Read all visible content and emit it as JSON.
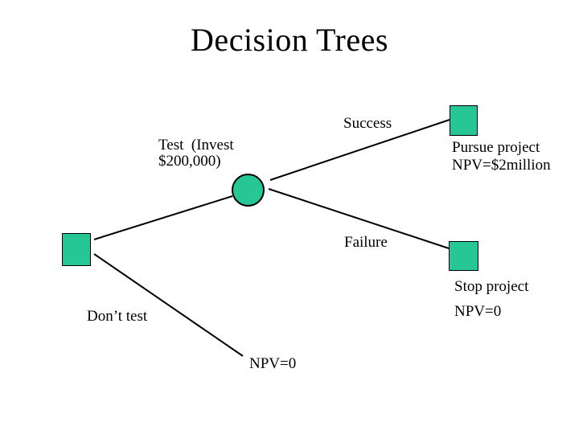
{
  "slide": {
    "title": "Decision Trees"
  },
  "palette": {
    "node_fill": "#26C795",
    "node_border": "#000000",
    "edge_color": "#000000",
    "text_color": "#000000",
    "background": "#FFFFFF"
  },
  "diagram": {
    "type": "decision-tree",
    "nodes": [
      {
        "id": "decision-root",
        "shape": "square",
        "kind": "decision node"
      },
      {
        "id": "chance-test",
        "shape": "circle",
        "kind": "chance node"
      },
      {
        "id": "terminal-success",
        "shape": "square",
        "kind": "decision node"
      },
      {
        "id": "terminal-failure",
        "shape": "square",
        "kind": "decision node"
      }
    ],
    "labels": {
      "test_line1": "Test  (Invest",
      "test_line2": "$200,000)",
      "success": "Success",
      "failure": "Failure",
      "pursue_line1": "Pursue project",
      "pursue_line2": "NPV=$2million",
      "stop_line1": "Stop project",
      "stop_line2": "NPV=0",
      "dont_test": "Don’t test",
      "dont_test_npv": "NPV=0"
    }
  }
}
